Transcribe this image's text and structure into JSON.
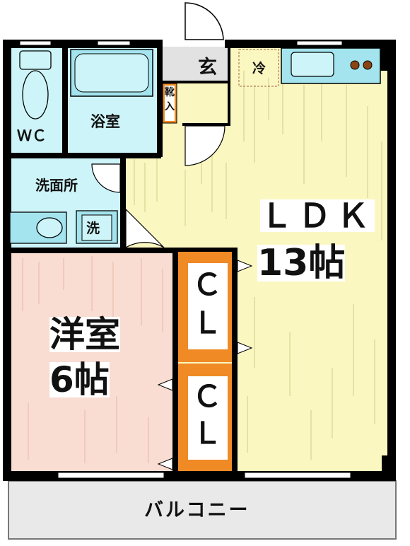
{
  "rooms": {
    "ldk_name": "ＬＤＫ",
    "ldk_size": "13帖",
    "western_name": "洋室",
    "western_size": "6帖",
    "closet_top_a": "Ｃ",
    "closet_top_b": "Ｌ",
    "closet_bottom_a": "Ｃ",
    "closet_bottom_b": "Ｌ",
    "wc": "ＷＣ",
    "bathroom": "浴室",
    "washroom": "洗面所",
    "washer": "洗",
    "entrance": "玄",
    "fridge": "冷",
    "shoe_box_1": "靴",
    "shoe_box_2": "入",
    "balcony": "バルコニー"
  },
  "colors": {
    "wall": "#000000",
    "ldk_floor": "#fbf7c0",
    "western_floor": "#f9dcd2",
    "closet": "#f08a24",
    "water_area": "#cdf4f8",
    "fixture": "#a3e4ee",
    "balcony": "#e9e9e9",
    "entrance_floor": "#e2e2e2"
  }
}
